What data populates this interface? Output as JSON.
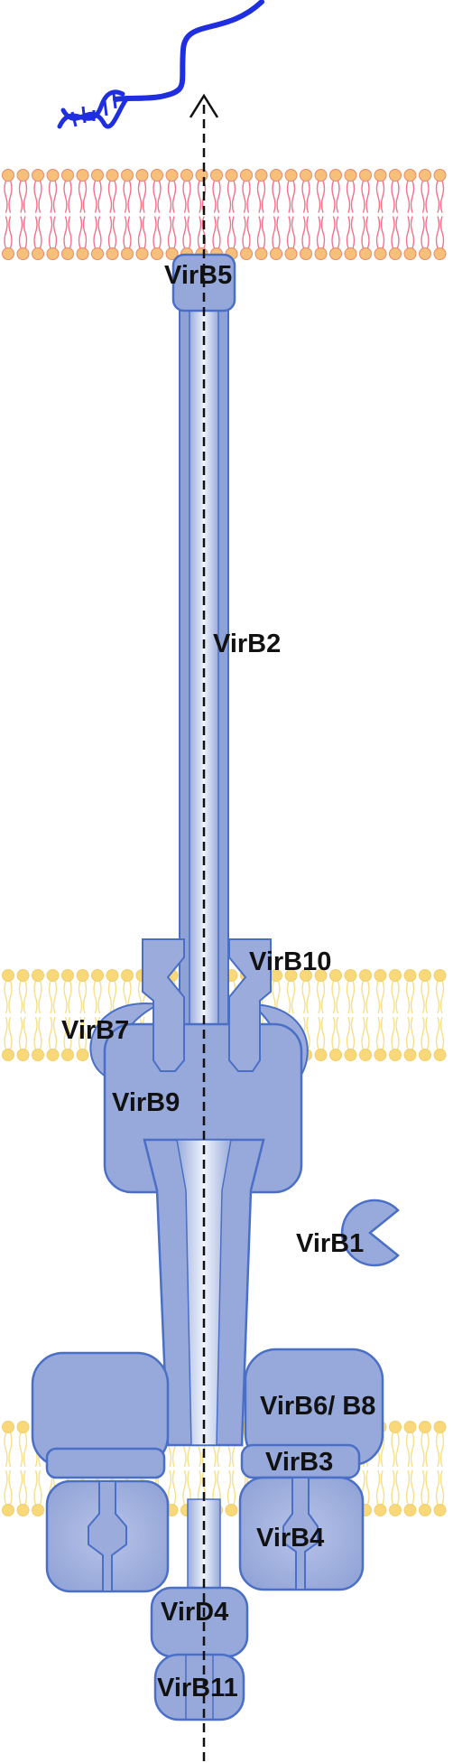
{
  "labels": {
    "virb5": "VirB5",
    "virb2": "VirB2",
    "virb10": "VirB10",
    "virb7": "VirB7",
    "virb9": "VirB9",
    "virb1": "VirB1",
    "virb6_b8": "VirB6/ B8",
    "virb3": "VirB3",
    "virb4": "VirB4",
    "virD4": "VirD4",
    "virb11": "VirB11"
  },
  "colors": {
    "protein_fill": "#9aabdc",
    "protein_stroke": "#4a6fc6",
    "channel_light": "#e9eff9",
    "outer_membrane_lipid": "#f2738a",
    "outer_membrane_head": "#f7c07a",
    "inner_membrane_lipid": "#f6e08a",
    "inner_membrane_head": "#f8d878",
    "dna_strand": "#1e2ee0",
    "arrow": "#111111"
  },
  "icons": {
    "dna": "dna-helix-icon",
    "arrow": "arrow-up-icon",
    "virb1": "pacman-enzyme-icon"
  }
}
